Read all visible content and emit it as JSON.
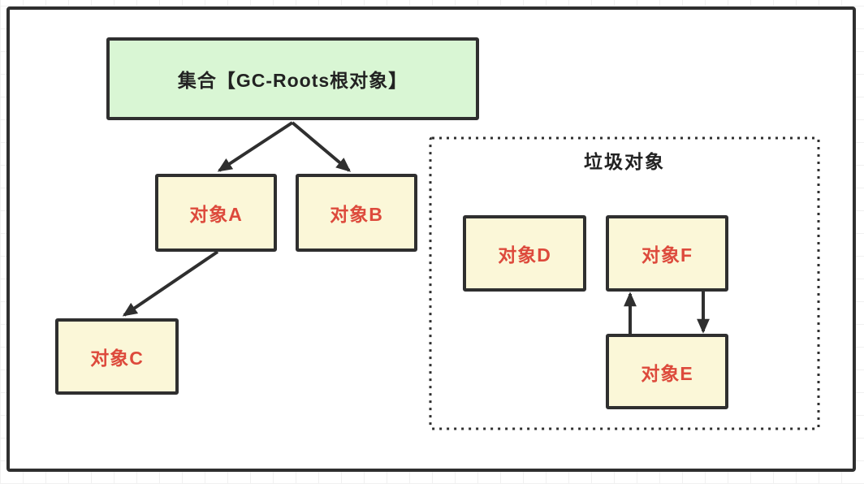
{
  "diagram": {
    "root": {
      "label": "集合【GC-Roots根对象】"
    },
    "group": {
      "label": "垃圾对象"
    },
    "nodes": {
      "a": {
        "label": "对象A"
      },
      "b": {
        "label": "对象B"
      },
      "c": {
        "label": "对象C"
      },
      "d": {
        "label": "对象D"
      },
      "e": {
        "label": "对象E"
      },
      "f": {
        "label": "对象F"
      }
    },
    "edges": [
      {
        "from": "GC-Roots集合",
        "to": "对象A"
      },
      {
        "from": "GC-Roots集合",
        "to": "对象B"
      },
      {
        "from": "对象A",
        "to": "对象C"
      },
      {
        "from": "对象E",
        "to": "对象F"
      },
      {
        "from": "对象F",
        "to": "对象E"
      }
    ],
    "colors": {
      "stroke": "#2f2f2f",
      "root_fill": "#d9f6d4",
      "node_fill": "#fbf7d8",
      "node_text": "#dd4a3c",
      "title_text": "#222222",
      "grid_line": "#f0f0f0"
    }
  }
}
